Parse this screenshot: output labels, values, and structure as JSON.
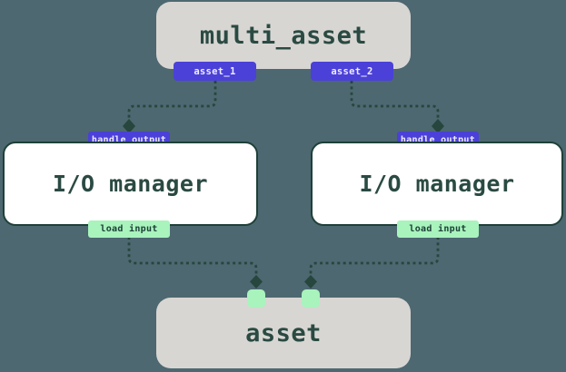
{
  "diagram": {
    "top_node": {
      "title": "multi_asset",
      "outputs": [
        {
          "label": "asset_1"
        },
        {
          "label": "asset_2"
        }
      ]
    },
    "io_managers": [
      {
        "title": "I/O manager",
        "top_badge": "handle output",
        "bottom_badge": "load input"
      },
      {
        "title": "I/O manager",
        "top_badge": "handle output",
        "bottom_badge": "load input"
      }
    ],
    "bottom_node": {
      "title": "asset",
      "input_ports": 2
    },
    "connections": [
      {
        "from": "asset_1",
        "to": "left handle output"
      },
      {
        "from": "asset_2",
        "to": "right handle output"
      },
      {
        "from": "left load input",
        "to": "asset input 1"
      },
      {
        "from": "right load input",
        "to": "asset input 2"
      }
    ],
    "colors": {
      "background": "#4d6871",
      "node_fill_gray": "#d8d6d3",
      "io_fill": "#ffffff",
      "io_border": "#1e4038",
      "text_dark_green": "#2a4a42",
      "badge_purple": "#4b41d8",
      "badge_mint": "#a9f3bd",
      "badge_text_light": "#edebfc",
      "connector": "#27463d"
    }
  }
}
